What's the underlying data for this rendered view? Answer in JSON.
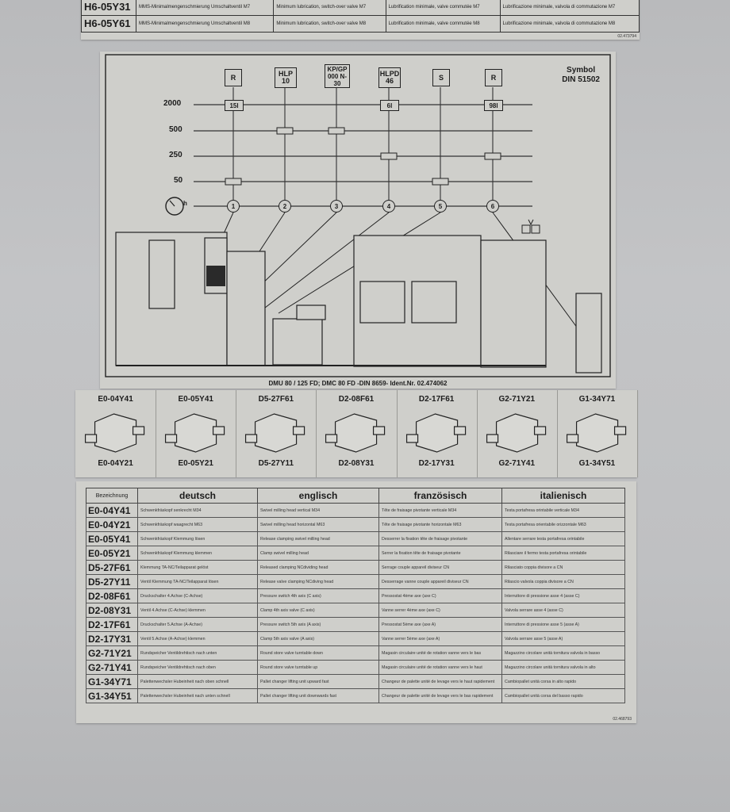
{
  "top_table": {
    "rows": [
      {
        "code": "H6-05Y31",
        "deutsch": "MMS-Minimalmengenschmierung Umschaltventil M7",
        "englisch": "Minimum lubrication, switch-over valve M7",
        "franzoesisch": "Lubrification minimale, valve commutée M7",
        "italienisch": "Lubrificazione minimale, valvola di commutazione M7"
      },
      {
        "code": "H6-05Y61",
        "deutsch": "MMS-Minimalmengenschmierung Umschaltventil M8",
        "englisch": "Minimum lubrication, switch-over valve M8",
        "franzoesisch": "Lubrification minimale, valve commutée M8",
        "italienisch": "Lubrificazione minimale, valvola di commutazione M8"
      }
    ],
    "ident": "02.473794"
  },
  "diagram": {
    "symbol_label": "Symbol",
    "symbol_norm": "DIN 51502",
    "levels": [
      "2000",
      "500",
      "250",
      "50"
    ],
    "lubricants": [
      {
        "code": "R",
        "amount": "15l",
        "number": "1"
      },
      {
        "code": "HLP 10",
        "amount": "",
        "number": "2"
      },
      {
        "code": "KP/GP 000 N-30",
        "amount": "",
        "number": "3"
      },
      {
        "code": "HLPD 46",
        "amount": "6l",
        "number": "4"
      },
      {
        "code": "S",
        "amount": "",
        "number": "5"
      },
      {
        "code": "R",
        "amount": "98l",
        "number": "6"
      }
    ],
    "hour_symbol": "h",
    "doc_ident": "DMU 80 / 125  FD; DMC 80 FD  -DIN 8659-  Ident.Nr. 02.474062"
  },
  "valves": [
    {
      "top": "E0-04Y41",
      "bottom": "E0-04Y21"
    },
    {
      "top": "E0-05Y41",
      "bottom": "E0-05Y21"
    },
    {
      "top": "D5-27F61",
      "bottom": "D5-27Y11"
    },
    {
      "top": "D2-08F61",
      "bottom": "D2-08Y31"
    },
    {
      "top": "D2-17F61",
      "bottom": "D2-17Y31"
    },
    {
      "top": "G2-71Y21",
      "bottom": "G2-71Y41"
    },
    {
      "top": "G1-34Y71",
      "bottom": "G1-34Y51"
    }
  ],
  "names_table": {
    "headers": [
      "Bezeichnung",
      "deutsch",
      "englisch",
      "französisch",
      "italienisch"
    ],
    "rows": [
      {
        "code": "E0-04Y41",
        "de": "Schwenkfräskopf senkrecht M34",
        "en": "Swivel milling head vertical M34",
        "fr": "Tête de fraisage pivotante verticale M34",
        "it": "Testa portafresa orintabile verticale M34"
      },
      {
        "code": "E0-04Y21",
        "de": "Schwenkfräskopf waagrecht M63",
        "en": "Swivel milling head horizontal M63",
        "fr": "Tête de fraisage pivotante horizontale M63",
        "it": "Testa portafresa orientabile orizzontale M63"
      },
      {
        "code": "E0-05Y41",
        "de": "Schwenkfräskopf Klemmung lösen",
        "en": "Release clamping swivel milling head",
        "fr": "Desserrer la fixation tête de fraisage pivotante",
        "it": "Allentare serrare testa portafresa orintabile"
      },
      {
        "code": "E0-05Y21",
        "de": "Schwenkfräskopf Klemmung klemmen",
        "en": "Clamp swivel milling head",
        "fr": "Serrer la fixation tête de fraisage pivotante",
        "it": "Rilasciare il fermo testa portafresa orintabile"
      },
      {
        "code": "D5-27F61",
        "de": "Klemmung TA-NC/Teilapparat gelöst",
        "en": "Released clamping NCdividing head",
        "fr": "Serrage couple appareil diviseur CN",
        "it": "Rilasciato coppia divisore a CN"
      },
      {
        "code": "D5-27Y11",
        "de": "Ventil Klemmung TA-NC/Teilapparat lösen",
        "en": "Release valve clamping NCdiving head",
        "fr": "Desserrage vanne couple appareil diviseur CN",
        "it": "Rilascio valvola coppia divisore a CN"
      },
      {
        "code": "D2-08F61",
        "de": "Druckschalter 4.Achse (C-Achse)",
        "en": "Pressure switch 4th axis (C axis)",
        "fr": "Pressostat 4ème axe (axe C)",
        "it": "Interruttore di pressione asse 4 (asse C)"
      },
      {
        "code": "D2-08Y31",
        "de": "Ventil 4.Achse (C-Achse) klemmen",
        "en": "Clamp 4th axis valve (C axis)",
        "fr": "Vanne serrer 4ème axe (axe C)",
        "it": "Valvola serrare asse 4 (asse C)"
      },
      {
        "code": "D2-17F61",
        "de": "Druckschalter 5.Achse (A-Achse)",
        "en": "Pressure switch 5th axis (A axis)",
        "fr": "Pressostat 5ème axe (axe A)",
        "it": "Interruttore di pressione asse 5 (asse A)"
      },
      {
        "code": "D2-17Y31",
        "de": "Ventil 5.Achse (A-Achse) klemmen",
        "en": "Clamp 5th axis valve (A axis)",
        "fr": "Vanne serrer 5ème axe (axe A)",
        "it": "Valvola serrare asse 5 (asse A)"
      },
      {
        "code": "G2-71Y21",
        "de": "Rundspeicher Ventildrehtisch nach unten",
        "en": "Round store valve turntable down",
        "fr": "Magasin circulaire unité de rotation vanne vers le bas",
        "it": "Magazzino circolare unità tornitura valvola in basso"
      },
      {
        "code": "G2-71Y41",
        "de": "Rundspeicher Ventildrehtisch nach oben",
        "en": "Round store valve turntable up",
        "fr": "Magasin circulaire unité de rotation vanne vers le haut",
        "it": "Magazzino circolare unità tornitura valvola in alto"
      },
      {
        "code": "G1-34Y71",
        "de": "Palettenwechsler Hubeinheit nach oben schnell",
        "en": "Pallet changer lifting unit upward fast",
        "fr": "Changeur de palette unité de levage vers le haut rapidement",
        "it": "Cambiopallet unità corsa in alto rapido"
      },
      {
        "code": "G1-34Y51",
        "de": "Palettenwechsler Hubeinheit nach unten schnell",
        "en": "Pallet changer lifting unit downwards fast",
        "fr": "Changeur de palette unité de levage vers le bas rapidement",
        "it": "Cambiopallet unità corsa del basso rapido"
      }
    ],
    "ident": "02.468793"
  }
}
